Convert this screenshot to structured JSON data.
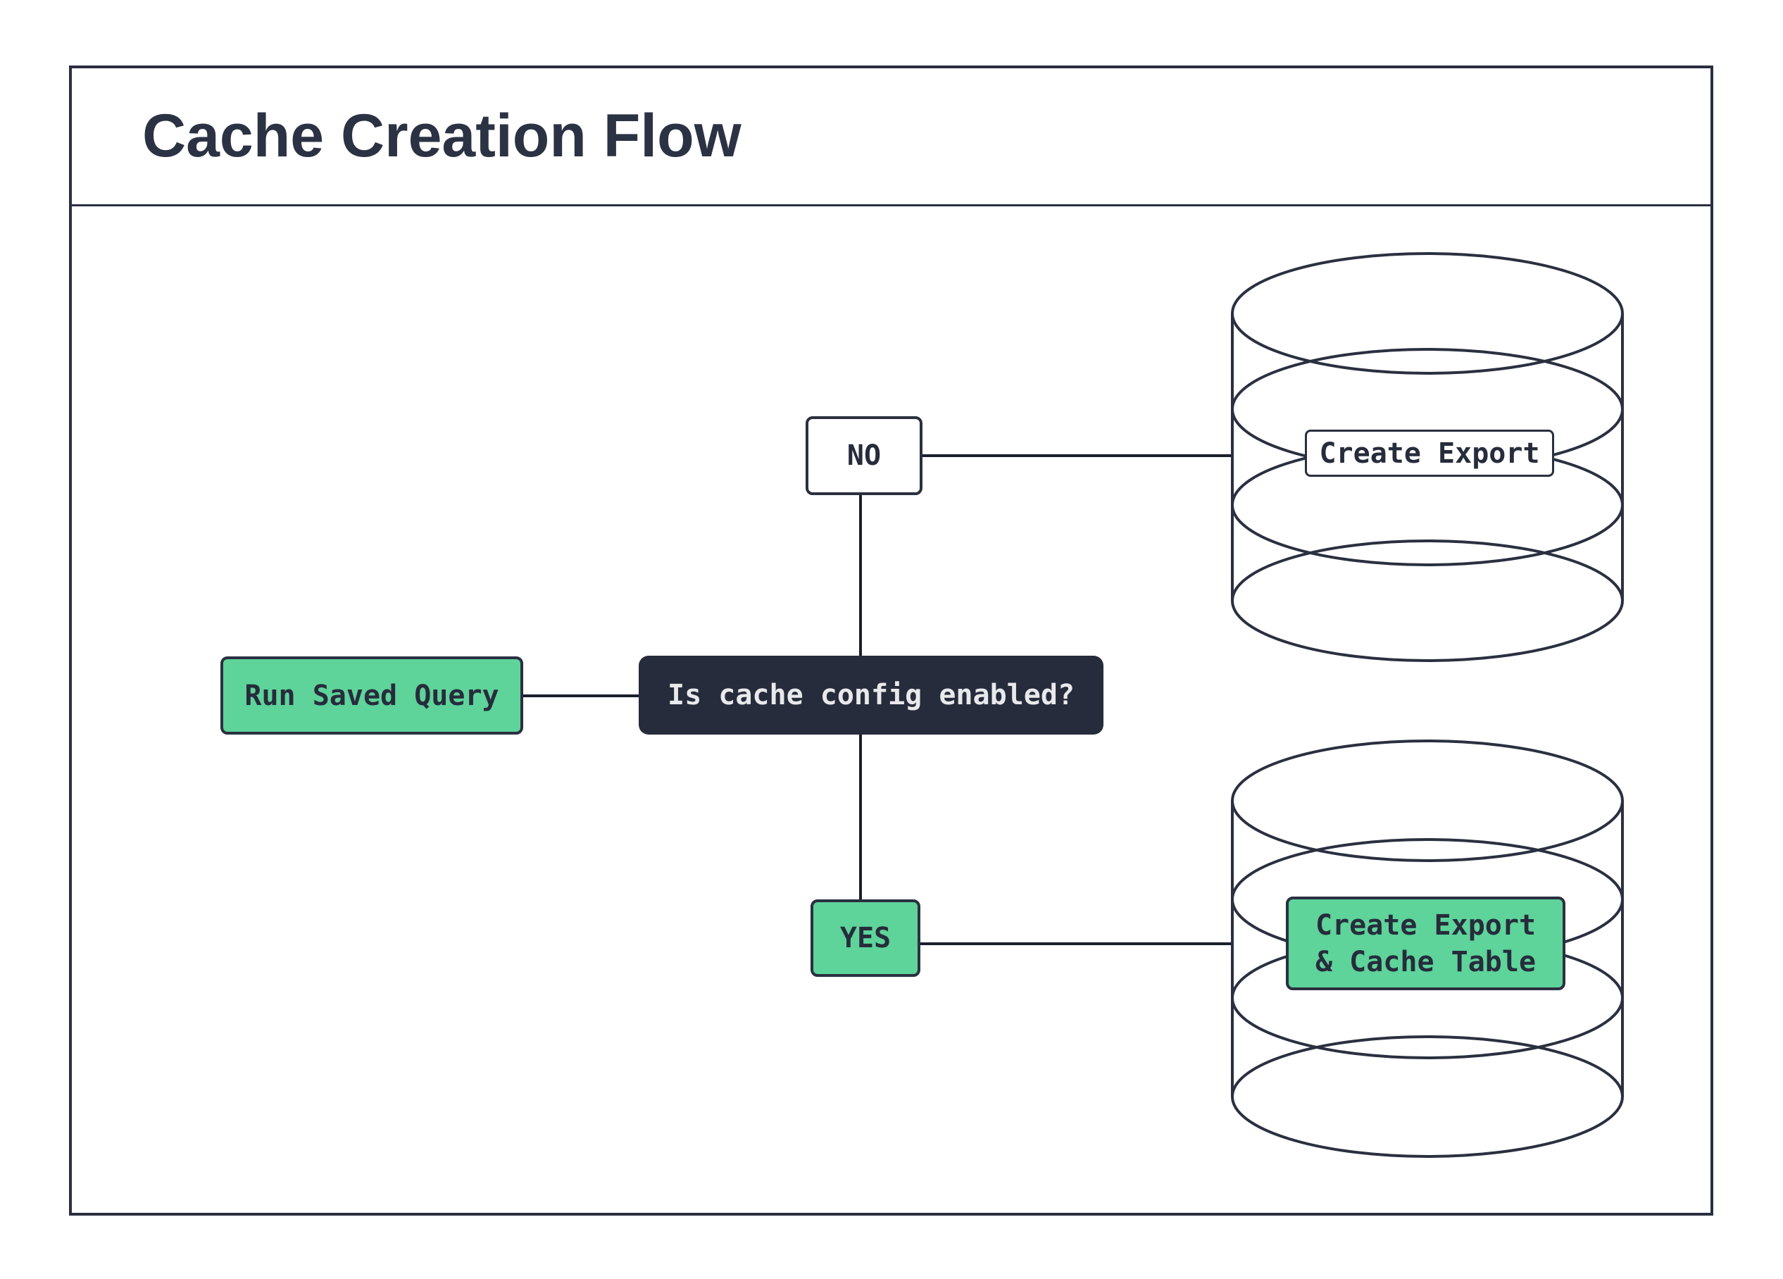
{
  "title": "Cache Creation Flow",
  "colors": {
    "canvas_background": "#ffffff",
    "frame_border": "#2a3040",
    "title_text": "#2b3243",
    "node_green": "#5ed39a",
    "node_dark": "#272c3c",
    "node_dark_text": "#e8e9eb",
    "node_border": "#2a3040",
    "connector": "#1a1f2c",
    "white_node": "#ffffff"
  },
  "flowchart": {
    "start_node": {
      "label": "Run Saved Query"
    },
    "decision_node": {
      "label": "Is cache config enabled?"
    },
    "no_branch": {
      "label": "NO"
    },
    "yes_branch": {
      "label": "YES"
    },
    "no_outcome": {
      "label": "Create Export",
      "icon": "database-icon"
    },
    "yes_outcome": {
      "label_line1": "Create Export",
      "label_line2": "& Cache Table",
      "icon": "database-icon"
    }
  }
}
